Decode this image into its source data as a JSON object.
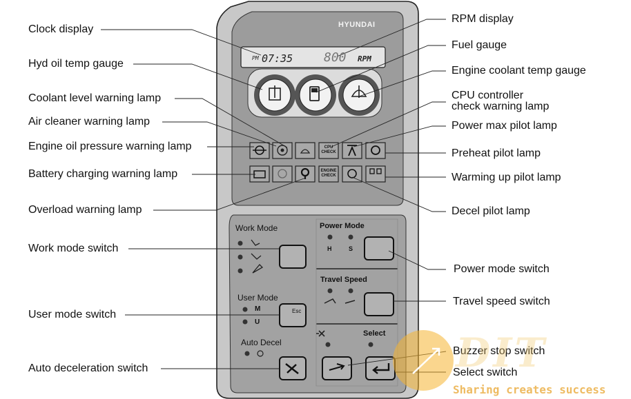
{
  "panel": {
    "brand": "HYUNDAI",
    "lcd": {
      "pm": "PM",
      "clock": "07:35",
      "rpm_value": "800",
      "rpm_unit": "RPM"
    },
    "lamp_text": {
      "cpu_check": "CPU\nCHECK",
      "engine_check": "ENGINE\nCHECK"
    },
    "work_mode": {
      "title": "Work Mode"
    },
    "power_mode": {
      "title": "Power Mode",
      "h": "H",
      "s": "S"
    },
    "travel_speed": {
      "title": "Travel Speed"
    },
    "user_mode": {
      "title": "User Mode",
      "m": "M",
      "u": "U",
      "esc": "Esc"
    },
    "auto_decel": {
      "title": "Auto Decel"
    },
    "select": {
      "title": "Select"
    }
  },
  "labels_left": [
    "Clock display",
    "Hyd oil temp gauge",
    "Coolant level warning lamp",
    "Air cleaner warning lamp",
    "Engine oil pressure warning lamp",
    "Battery charging warning lamp",
    "Overload warning lamp",
    "Work mode switch",
    "User mode switch",
    "Auto deceleration switch"
  ],
  "labels_right": [
    "RPM display",
    "Fuel gauge",
    "Engine coolant temp gauge",
    "CPU controller\ncheck warning lamp",
    "Power max pilot lamp",
    "Preheat pilot lamp",
    "Warming up pilot lamp",
    "Decel pilot lamp",
    "Power mode switch",
    "Travel speed switch",
    "Buzzer stop switch",
    "Select switch"
  ],
  "watermark": {
    "logo": "DIT",
    "tagline": "Sharing creates success"
  },
  "colors": {
    "panel": "#c7c7c7",
    "inner": "#9d9d9d",
    "lcd": "#e2e2e2",
    "lamp": "#a8a8a8",
    "watermark": "#f0b43c"
  }
}
